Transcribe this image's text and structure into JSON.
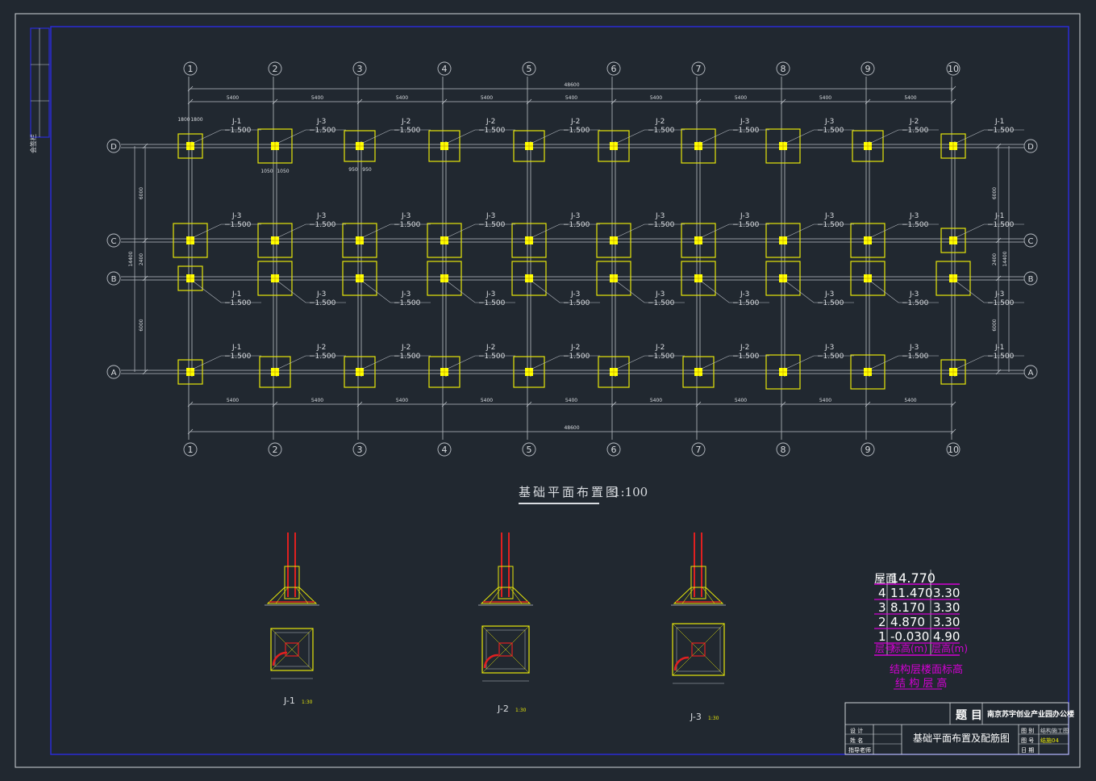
{
  "colors": {
    "background": "#212830",
    "frame": "#cfd3d8",
    "border_blue": "#2a2bd6",
    "grid": "#b9bec5",
    "footing": "#e6e60a",
    "column": "#ffff00",
    "text": "#d9dce0",
    "rebar_red": "#e02020",
    "magenta": "#d400d4"
  },
  "axes": {
    "columns": [
      "1",
      "2",
      "3",
      "4",
      "5",
      "6",
      "7",
      "8",
      "9",
      "10"
    ],
    "rows": [
      "A",
      "B",
      "C",
      "D"
    ]
  },
  "dimensions": {
    "bay": "5400",
    "total_length": "48600",
    "total_width": "14400",
    "row_spacings": [
      "6000",
      "2400",
      "6000"
    ]
  },
  "detail_dims": {
    "d1": "1800",
    "d2": "1800",
    "d3": "1050",
    "d4": "1050",
    "d5": "950",
    "d6": "950"
  },
  "footings": {
    "elevation": "−1.500",
    "D": [
      "J-1",
      "J-3",
      "J-2",
      "J-2",
      "J-2",
      "J-2",
      "J-3",
      "J-3",
      "J-2",
      "J-1"
    ],
    "C": [
      "J-3",
      "J-3",
      "J-3",
      "J-3",
      "J-3",
      "J-3",
      "J-3",
      "J-3",
      "J-3",
      "J-1"
    ],
    "B": [
      "J-1",
      "J-3",
      "J-3",
      "J-3",
      "J-3",
      "J-3",
      "J-3",
      "J-3",
      "J-3",
      "J-3"
    ],
    "A": [
      "J-1",
      "J-2",
      "J-2",
      "J-2",
      "J-2",
      "J-2",
      "J-2",
      "J-3",
      "J-3",
      "J-1"
    ]
  },
  "drawing_title": "基础平面布置图",
  "drawing_scale": "1:100",
  "details": [
    {
      "label": "J-1",
      "scale": "1:30"
    },
    {
      "label": "J-2",
      "scale": "1:30"
    },
    {
      "label": "J-3",
      "scale": "1:30"
    }
  ],
  "floor_table": {
    "roof_label": "屋面",
    "roof_elevation": "14.770",
    "rows": [
      {
        "floor": "4",
        "elevation": "11.470",
        "height": "3.30"
      },
      {
        "floor": "3",
        "elevation": "8.170",
        "height": "3.30"
      },
      {
        "floor": "2",
        "elevation": "4.870",
        "height": "3.30"
      },
      {
        "floor": "1",
        "elevation": "-0.030",
        "height": "4.90"
      }
    ],
    "header_floor": "层号",
    "header_elevation": "标高(m)",
    "header_height": "层高(m)",
    "caption_1": "结构层楼面标高",
    "caption_2": "结 构 层 高"
  },
  "title_block": {
    "project_label": "题 目",
    "project_name": "南京苏宇创业产业园办公楼",
    "sheet_title": "基础平面布置及配筋图",
    "left_rows": [
      "设 计",
      "姓 名",
      "指导老师"
    ],
    "right_labels": [
      "图 别",
      "图 号",
      "日 期"
    ],
    "right_values": [
      "结构施工图",
      "结施04",
      ""
    ]
  },
  "side_strip": {
    "label": "会签栏"
  }
}
